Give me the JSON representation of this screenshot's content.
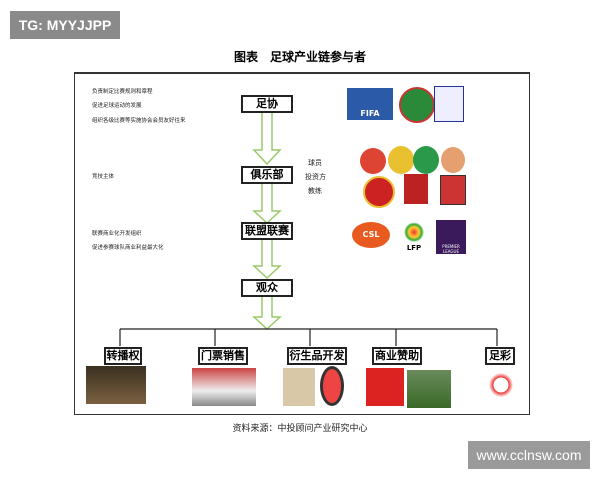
{
  "tag": "TG: MYYJJPP",
  "watermark": "www.cclnsw.com",
  "title": "图表　足球产业链参与者",
  "notes": {
    "assoc": [
      "负责制定比赛规则和章程",
      "促进足球运动的发展",
      "组织各级比赛等实施协会会员友好往来"
    ],
    "club": [
      "竞技主体"
    ],
    "league": [
      "联赛商业化开发组织",
      "促进参赛球队商业利益最大化"
    ]
  },
  "nodes": {
    "assoc": "足协",
    "club": "俱乐部",
    "league": "联盟联赛",
    "audience": "观众"
  },
  "club_members": [
    "球员",
    "投资方",
    "教练"
  ],
  "logos": {
    "fifa": "FIFA",
    "csl": "CSL",
    "lfp": "LFP",
    "premier": "PREMIER LEAGUE"
  },
  "revenue": [
    "转播权",
    "门票销售",
    "衍生品开发",
    "商业赞助",
    "足彩"
  ],
  "source": "资料来源：中投顾问产业研究中心",
  "colors": {
    "arrow": "#9cc96b"
  }
}
